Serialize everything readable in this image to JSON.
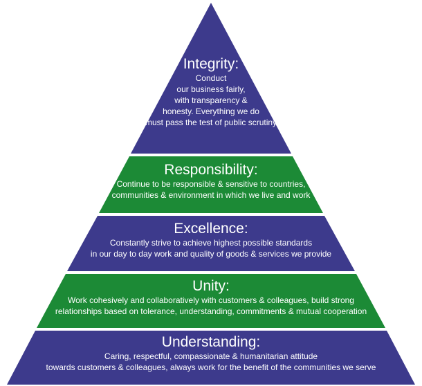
{
  "colors": {
    "blue_tier": "#3d3a8c",
    "green_tier": "#1c8a36",
    "separator": "#ffffff",
    "text": "#ffffff"
  },
  "tiers": [
    {
      "title": "Integrity:",
      "lines": [
        "Conduct",
        "our business fairly,",
        "with transparency &",
        "honesty. Everything we do",
        "must pass the test of public scrutiny"
      ]
    },
    {
      "title": "Responsibility:",
      "lines": [
        "Continue to be responsible & sensitive to countries,",
        "communities & environment in which we live and work"
      ]
    },
    {
      "title": "Excellence:",
      "lines": [
        "Constantly strive to achieve highest possible standards",
        "in our day to day work and quality of goods & services we provide"
      ]
    },
    {
      "title": "Unity:",
      "lines": [
        "Work cohesively and collaboratively with customers & colleagues, build strong",
        "relationships based on tolerance, understanding, commitments & mutual cooperation"
      ]
    },
    {
      "title": "Understanding:",
      "lines": [
        "Caring, respectful, compassionate &  humanitarian attitude",
        "towards customers & colleagues, always work for the benefit of the communities we serve"
      ]
    }
  ]
}
